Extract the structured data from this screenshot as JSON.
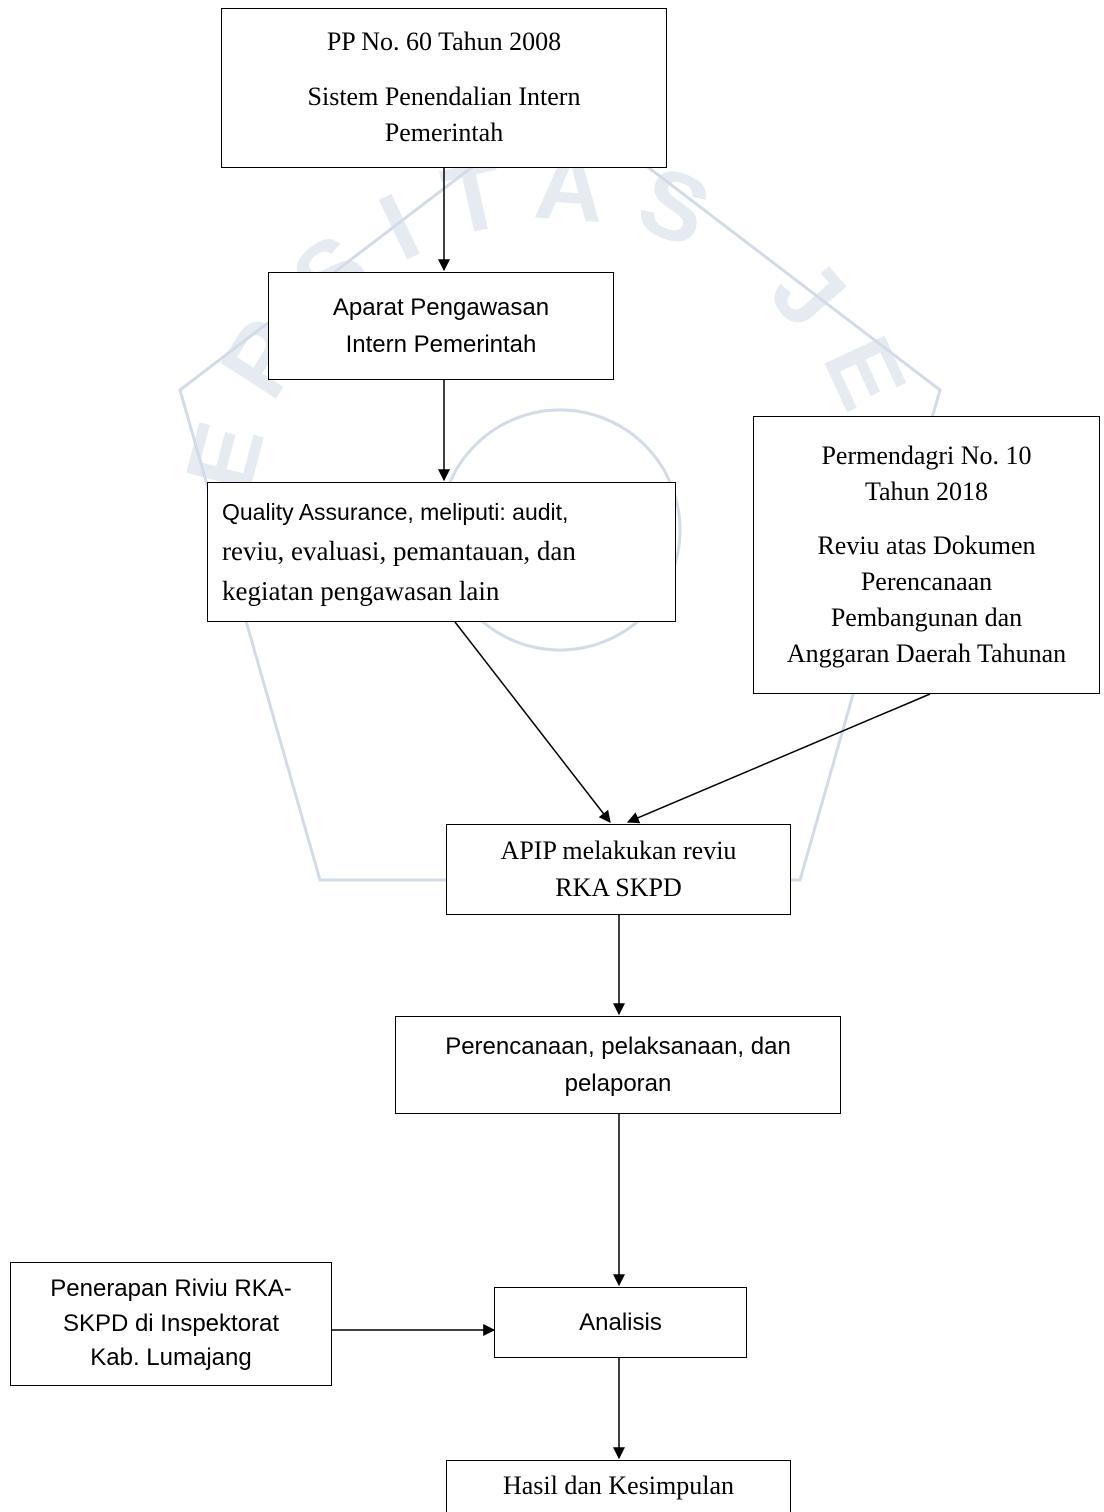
{
  "watermark": {
    "text": "UNIVERSITAS JEMBER",
    "color": "#d3dbe8"
  },
  "colors": {
    "line": "#000000",
    "box_border": "#000000",
    "background": "#ffffff"
  },
  "boxes": {
    "pp60": {
      "title": "PP No. 60 Tahun 2008",
      "line2": "Sistem Penendalian Intern",
      "line3": "Pemerintah"
    },
    "apip_org": {
      "line1": "Aparat Pengawasan",
      "line2": "Intern Pemerintah"
    },
    "quality": {
      "line1": "Quality Assurance, meliputi: audit,",
      "line2": "reviu, evaluasi, pemantauan, dan",
      "line3": "kegiatan pengawasan lain"
    },
    "permendagri": {
      "line1": "Permendagri No. 10",
      "line2": "Tahun 2018",
      "line3": "Reviu atas Dokumen",
      "line4": "Perencanaan",
      "line5": "Pembangunan dan",
      "line6": "Anggaran Daerah Tahunan"
    },
    "apip_review": {
      "line1": "APIP melakukan reviu",
      "line2": "RKA SKPD"
    },
    "perencanaan": {
      "line1": "Perencanaan, pelaksanaan, dan",
      "line2": "pelaporan"
    },
    "penerapan": {
      "line1": "Penerapan Riviu RKA-",
      "line2": "SKPD di Inspektorat",
      "line3": "Kab. Lumajang"
    },
    "analisis": {
      "label": "Analisis"
    },
    "hasil": {
      "label": "Hasil dan Kesimpulan"
    }
  },
  "connectors": [
    {
      "from": "pp60",
      "to": "apip_org"
    },
    {
      "from": "apip_org",
      "to": "quality"
    },
    {
      "from": "quality",
      "to": "apip_review"
    },
    {
      "from": "permendagri",
      "to": "apip_review"
    },
    {
      "from": "apip_review",
      "to": "perencanaan"
    },
    {
      "from": "perencanaan",
      "to": "analisis"
    },
    {
      "from": "penerapan",
      "to": "analisis"
    },
    {
      "from": "analisis",
      "to": "hasil"
    }
  ]
}
